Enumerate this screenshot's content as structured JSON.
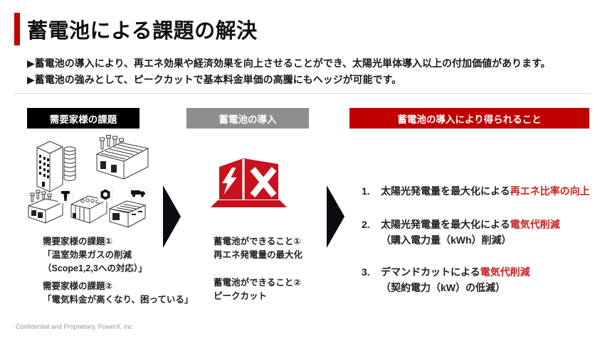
{
  "page": {
    "title": "蓄電池による課題の解決"
  },
  "intro_bullets": [
    "▶蓄電池の導入により、再エネ効果や経済効果を向上させることができ、太陽光単体導入以上の付加価値があります。",
    "▶蓄電池の強みとして、ピークカットで基本料金単価の高騰にもヘッジが可能です。"
  ],
  "columns": {
    "problem": {
      "header": "需要家様の課題",
      "items": [
        {
          "title": "需要家様の課題①",
          "line1": "「温室効果ガスの削減",
          "line2": "（Scope1,2,3への対応）」"
        },
        {
          "title": "需要家様の課題②",
          "line1": "「電気料金が高くなり、困っている」"
        }
      ]
    },
    "intro": {
      "header": "蓄電池の導入",
      "items": [
        {
          "title": "蓄電池ができること①",
          "text": "再エネ発電量の最大化"
        },
        {
          "title": "蓄電池ができること②",
          "text": "ピークカット"
        }
      ]
    },
    "benefit": {
      "header": "蓄電池の導入により得られること",
      "items": [
        {
          "num": "1.",
          "pre": "太陽光発電量を最大化による",
          "em": "再エネ比率の向上",
          "sub": ""
        },
        {
          "num": "2.",
          "pre": "太陽光発電量を最大化による",
          "em": "電気代削減",
          "sub": "（購入電力量（kWh）削減）"
        },
        {
          "num": "3.",
          "pre": "デマンドカットによる",
          "em": "電気代削減",
          "sub": "（契約電力（kW）の低減）"
        }
      ]
    }
  },
  "icons": {
    "factory_cluster": "isometric-factories-illustration",
    "bolt": "bolt-icon",
    "nut": "nut-icon",
    "truck": "truck-icon",
    "battery_container": "powerx-battery-container-icon",
    "lightning": "lightning-icon",
    "x_logo": "powerx-x-logo"
  },
  "colors": {
    "accent_red": "#C40000",
    "header_black": "#000000",
    "header_gray": "#8E8E8E",
    "header_red": "#C00000",
    "highlight_red": "#CC2222",
    "container_red": "#C8121E",
    "arrow_black": "#0A0A10"
  },
  "footer": {
    "text": "Confidential and Proprietary, PowerX, inc."
  }
}
